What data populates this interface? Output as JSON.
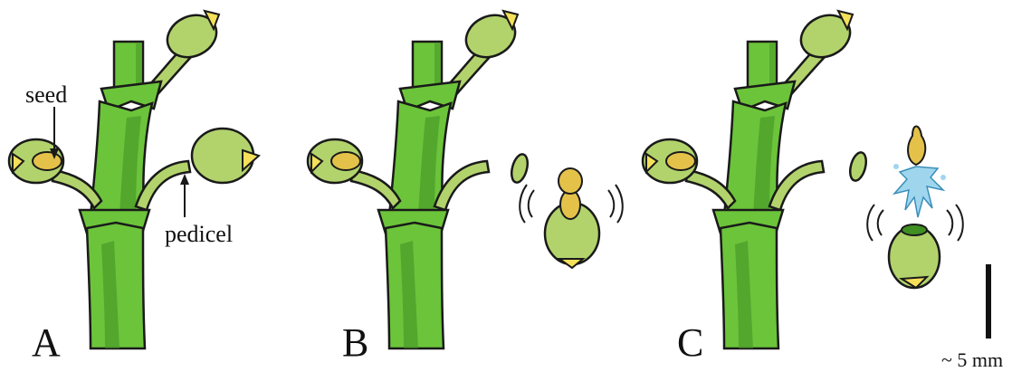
{
  "panels": [
    {
      "letter": "A"
    },
    {
      "letter": "B"
    },
    {
      "letter": "C"
    }
  ],
  "labels": {
    "seed": "seed",
    "pedicel": "pedicel"
  },
  "scale_bar": {
    "text": "~ 5 mm"
  },
  "colors": {
    "stem": "#6cc43a",
    "stem_dark": "#3f8f22",
    "fruit": "#b2d36c",
    "fruit_light": "#d3e79e",
    "seed": "#e4c24a",
    "seed_dark": "#b99a24",
    "tip": "#f5e05a",
    "water": "#9fd6ee",
    "outline": "#1a1a1a"
  }
}
